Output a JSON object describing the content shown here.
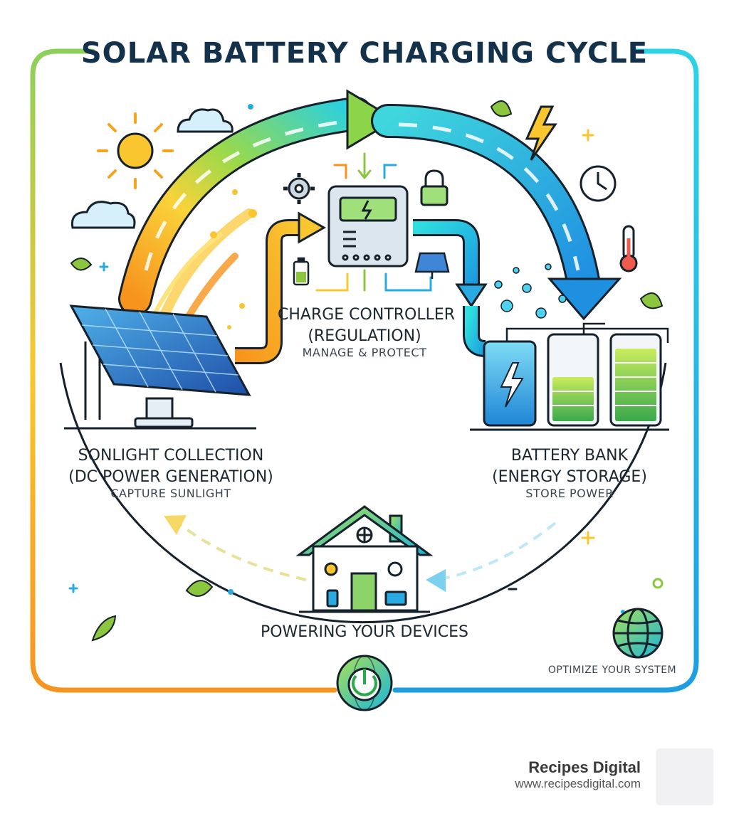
{
  "title": "SOLAR BATTERY CHARGING CYCLE",
  "stages": {
    "collection": {
      "heading_1": "SONLIGHT COLLECTION",
      "heading_2": "(DC POWER GENERATION)",
      "caption": "CAPTURE SUNLIGHT"
    },
    "controller": {
      "heading_1": "CHARGE CONTROLLER",
      "heading_2": "(REGULATION)",
      "caption": "MANAGE & PROTECT"
    },
    "battery": {
      "heading_1": "BATTERY BANK",
      "heading_2": "(ENERGY STORAGE)",
      "caption": "STORE POWER"
    },
    "devices": {
      "heading_1": "POWERING YOUR DEVICES"
    }
  },
  "corner_note": "OPTIMIZE YOUR SYSTEM",
  "brand": {
    "name": "Recipes Digital",
    "url": "www.recipesdigital.com"
  },
  "colors": {
    "accent_orange": "#f7941d",
    "accent_yellow": "#f9c630",
    "accent_green": "#8cc63f",
    "accent_cyan": "#29abe2",
    "ink": "#1f2a33"
  },
  "icons": [
    "sun-icon",
    "cloud-icon",
    "solar-panel-icon",
    "charge-controller-icon",
    "gear-icon",
    "lock-icon",
    "battery-icon",
    "lightning-icon",
    "clock-icon",
    "thermometer-icon",
    "house-icon",
    "globe-icon",
    "power-icon",
    "leaf-icon"
  ]
}
